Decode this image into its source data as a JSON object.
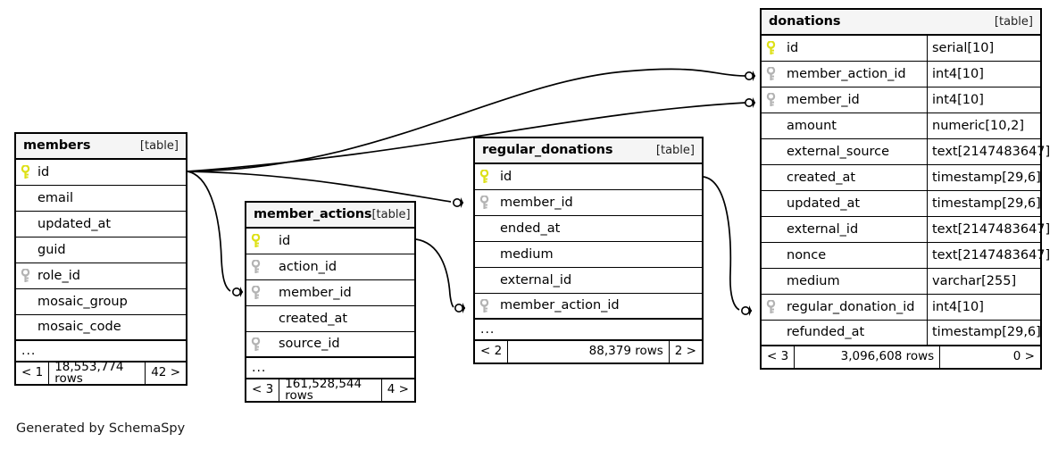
{
  "diagram": {
    "credit": "Generated by SchemaSpy",
    "table_tag": "[table]",
    "ellipsis": "...",
    "colors": {
      "primary_key": "#dde016",
      "foreign_key": "#b3b3b3",
      "header_bg": "#f5f5f5",
      "border": "#000000",
      "background": "#ffffff"
    }
  },
  "tables": {
    "members": {
      "name": "members",
      "tag": "[table]",
      "columns": [
        {
          "name": "id",
          "key": "primary",
          "type": ""
        },
        {
          "name": "email",
          "key": "none",
          "type": ""
        },
        {
          "name": "updated_at",
          "key": "none",
          "type": ""
        },
        {
          "name": "guid",
          "key": "none",
          "type": ""
        },
        {
          "name": "role_id",
          "key": "foreign",
          "type": ""
        },
        {
          "name": "mosaic_group",
          "key": "none",
          "type": ""
        },
        {
          "name": "mosaic_code",
          "key": "none",
          "type": ""
        }
      ],
      "more": "...",
      "footer": {
        "left": "< 1",
        "middle": "18,553,774 rows",
        "right": "42 >"
      }
    },
    "member_actions": {
      "name": "member_actions",
      "tag": "[table]",
      "columns": [
        {
          "name": "id",
          "key": "primary",
          "type": ""
        },
        {
          "name": "action_id",
          "key": "foreign",
          "type": ""
        },
        {
          "name": "member_id",
          "key": "foreign",
          "type": ""
        },
        {
          "name": "created_at",
          "key": "none",
          "type": ""
        },
        {
          "name": "source_id",
          "key": "foreign",
          "type": ""
        }
      ],
      "more": "...",
      "footer": {
        "left": "< 3",
        "middle": "161,528,544 rows",
        "right": "4 >"
      }
    },
    "regular_donations": {
      "name": "regular_donations",
      "tag": "[table]",
      "columns": [
        {
          "name": "id",
          "key": "primary",
          "type": ""
        },
        {
          "name": "member_id",
          "key": "foreign",
          "type": ""
        },
        {
          "name": "ended_at",
          "key": "none",
          "type": ""
        },
        {
          "name": "medium",
          "key": "none",
          "type": ""
        },
        {
          "name": "external_id",
          "key": "none",
          "type": ""
        },
        {
          "name": "member_action_id",
          "key": "foreign",
          "type": ""
        }
      ],
      "more": "...",
      "footer": {
        "left": "< 2",
        "middle": "88,379 rows",
        "right": "2 >"
      }
    },
    "donations": {
      "name": "donations",
      "tag": "[table]",
      "columns": [
        {
          "name": "id",
          "key": "primary",
          "type": "serial[10]"
        },
        {
          "name": "member_action_id",
          "key": "foreign",
          "type": "int4[10]"
        },
        {
          "name": "member_id",
          "key": "foreign",
          "type": "int4[10]"
        },
        {
          "name": "amount",
          "key": "none",
          "type": "numeric[10,2]"
        },
        {
          "name": "external_source",
          "key": "none",
          "type": "text[2147483647]"
        },
        {
          "name": "created_at",
          "key": "none",
          "type": "timestamp[29,6]"
        },
        {
          "name": "updated_at",
          "key": "none",
          "type": "timestamp[29,6]"
        },
        {
          "name": "external_id",
          "key": "none",
          "type": "text[2147483647]"
        },
        {
          "name": "nonce",
          "key": "none",
          "type": "text[2147483647]"
        },
        {
          "name": "medium",
          "key": "none",
          "type": "varchar[255]"
        },
        {
          "name": "regular_donation_id",
          "key": "foreign",
          "type": "int4[10]"
        },
        {
          "name": "refunded_at",
          "key": "none",
          "type": "timestamp[29,6]"
        }
      ],
      "more": null,
      "footer": {
        "left": "< 3",
        "middle": "3,096,608 rows",
        "right": "0 >"
      }
    }
  },
  "relationships": [
    {
      "from_table": "members",
      "from_column": "id",
      "to_table": "donations",
      "to_column": "member_action_id"
    },
    {
      "from_table": "members",
      "from_column": "id",
      "to_table": "donations",
      "to_column": "member_id"
    },
    {
      "from_table": "members",
      "from_column": "id",
      "to_table": "regular_donations",
      "to_column": "member_id"
    },
    {
      "from_table": "members",
      "from_column": "id",
      "to_table": "member_actions",
      "to_column": "member_id"
    },
    {
      "from_table": "member_actions",
      "from_column": "id",
      "to_table": "regular_donations",
      "to_column": "member_action_id"
    },
    {
      "from_table": "regular_donations",
      "from_column": "id",
      "to_table": "donations",
      "to_column": "regular_donation_id"
    }
  ]
}
